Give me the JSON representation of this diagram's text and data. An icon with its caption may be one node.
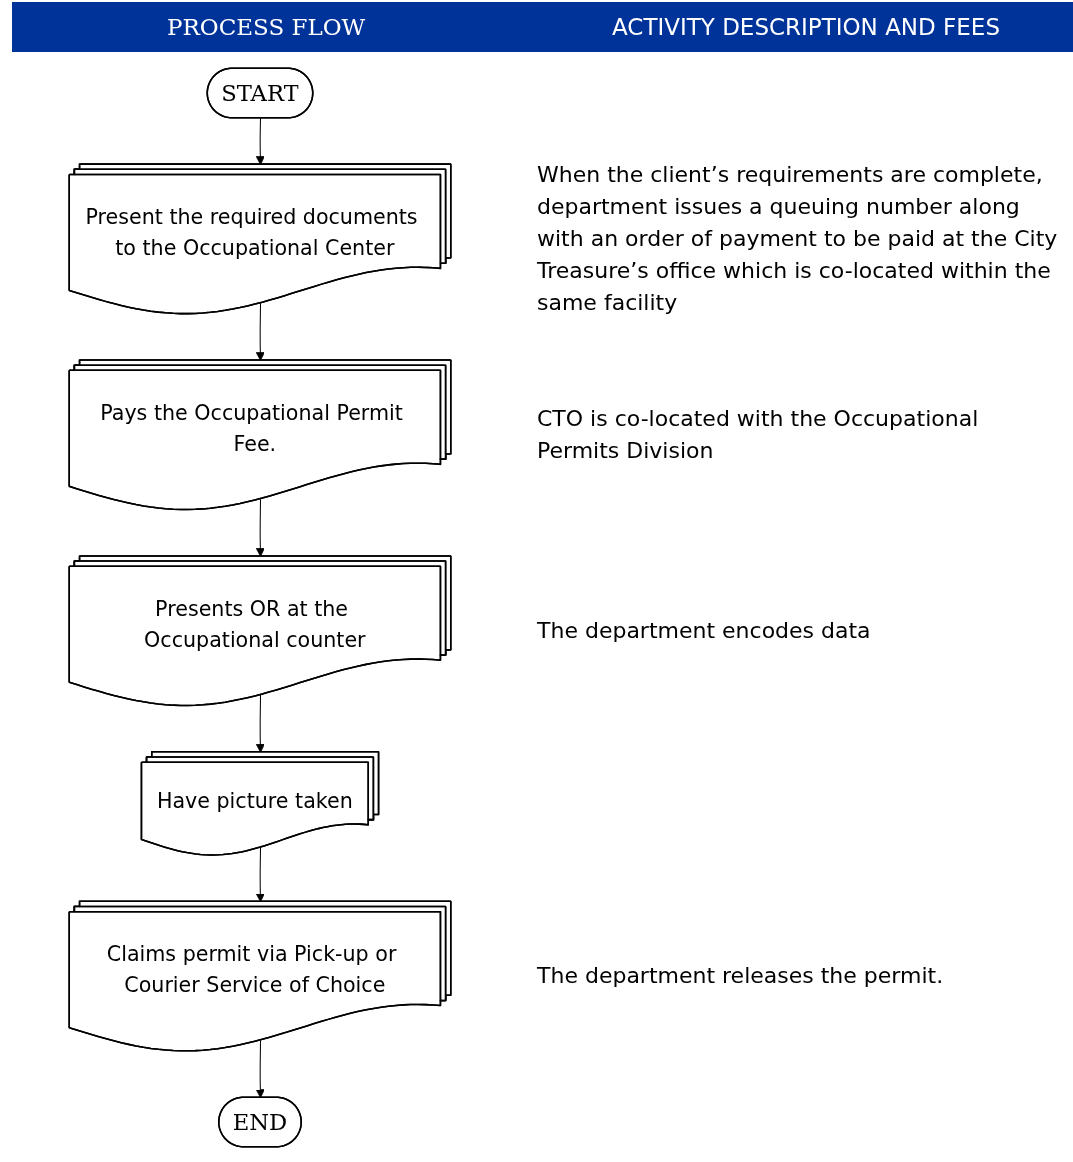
{
  "diagram": {
    "nodes": [
      {
        "text": [
          "START"
        ]
      },
      {
        "text": [
          "Present the required documents to the Occupational Center"
        ],
        "beside": [
          "When the client’s requirements are complete, department issues a queuing number along with an order of payment to be paid at the City Treasure’s office which is co-located within the same facility"
        ]
      },
      {
        "text": [
          "Pays the Occupational Permit Fee."
        ],
        "beside": [
          "CTO is co-located with the Occupational Permits Division"
        ]
      },
      {
        "text": [
          "Presents OR at the Occupational counter"
        ],
        "beside": [
          "The department encodes data"
        ]
      },
      {
        "text": [
          "Have picture taken"
        ]
      },
      {
        "text": [
          "Claims permit via Pick-up or Courier Service of Choice"
        ],
        "beside": [
          "The department releases the permit."
        ]
      },
      {
        "text": [
          "END"
        ]
      }
    ],
    "edges": [
      {
        "from": 0,
        "to": 1,
        "arrow": "to"
      },
      {
        "from": 1,
        "to": 2,
        "arrow": "to"
      },
      {
        "from": 2,
        "to": 3,
        "arrow": "to"
      },
      {
        "from": 3,
        "to": 4,
        "arrow": "to"
      },
      {
        "from": 4,
        "to": 5,
        "arrow": "to"
      },
      {
        "from": 5,
        "to": 6,
        "arrow": "to"
      }
    ],
    "labels": [
      "PROCESS FLOW",
      "ACTIVITY DESCRIPTION AND FEES"
    ]
  }
}
